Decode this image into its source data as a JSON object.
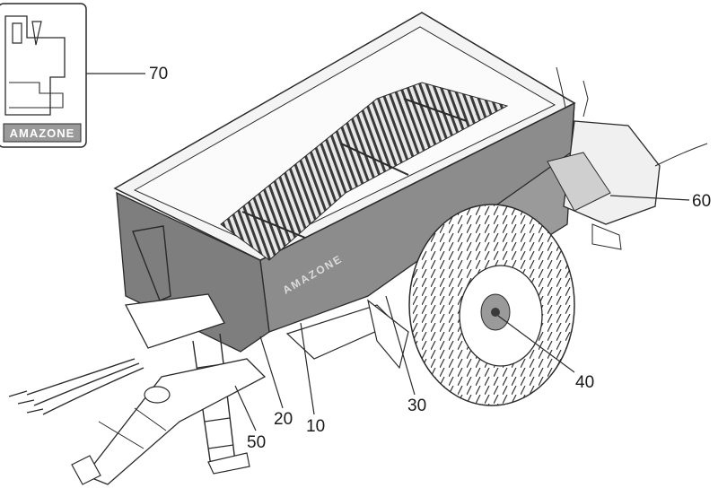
{
  "callouts": {
    "c70": "70",
    "c60": "60",
    "c40": "40",
    "c30": "30",
    "c20": "20",
    "c10": "10",
    "c50": "50"
  },
  "decal": {
    "brand_text": "AMAZONE"
  },
  "colors": {
    "line": "#2a2a2a",
    "tank": "#8c8c8c",
    "tank_dark": "#5e5e5e",
    "grate": "#3a3a3a",
    "background": "#ffffff"
  }
}
